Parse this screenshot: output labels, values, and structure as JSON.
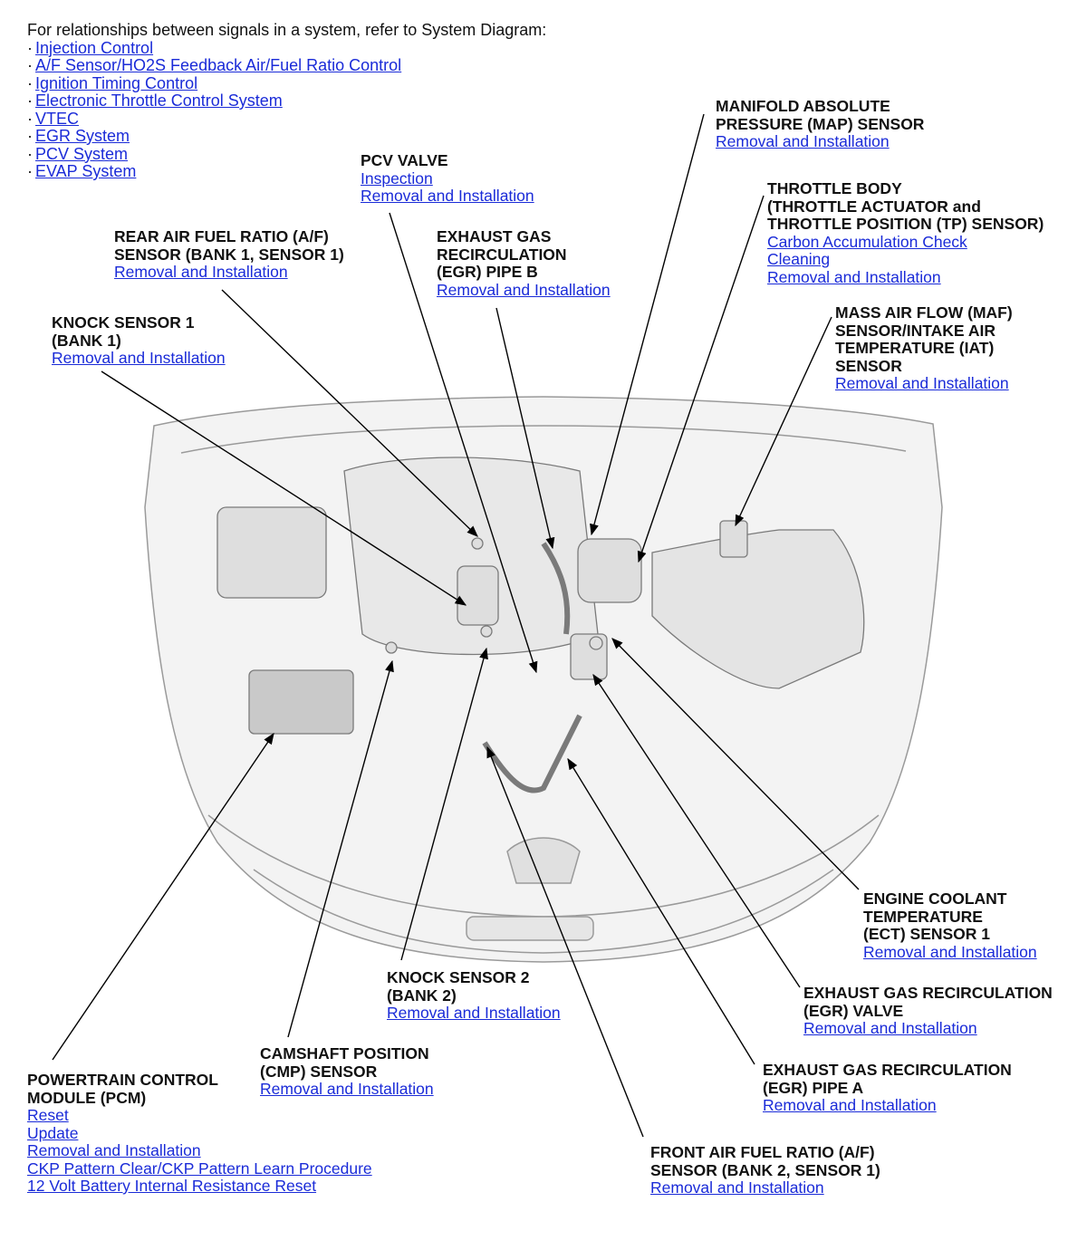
{
  "intro": {
    "lead": "For relationships between signals in a system, refer to System Diagram:",
    "bullet": "·",
    "links": [
      "Injection Control",
      "A/F Sensor/HO2S Feedback Air/Fuel Ratio Control",
      "Ignition Timing Control",
      "Electronic Throttle Control System",
      "VTEC",
      "EGR System",
      "PCV System",
      "EVAP System"
    ]
  },
  "callouts": {
    "map": {
      "title": [
        "MANIFOLD ABSOLUTE",
        "PRESSURE (MAP) SENSOR"
      ],
      "links": [
        "Removal and Installation"
      ]
    },
    "pcv": {
      "title": [
        "PCV VALVE"
      ],
      "links": [
        "Inspection",
        "Removal and Installation"
      ]
    },
    "throttle": {
      "title": [
        "THROTTLE BODY",
        "(THROTTLE ACTUATOR and",
        "THROTTLE POSITION (TP) SENSOR)"
      ],
      "links": [
        "Carbon Accumulation Check",
        "Cleaning",
        "Removal and Installation"
      ]
    },
    "rear_af": {
      "title": [
        "REAR AIR FUEL RATIO (A/F)",
        "SENSOR (BANK 1, SENSOR 1)"
      ],
      "links": [
        "Removal and Installation"
      ]
    },
    "egr_pipe_b": {
      "title": [
        "EXHAUST GAS",
        "RECIRCULATION",
        "(EGR) PIPE B"
      ],
      "links": [
        "Removal and Installation"
      ]
    },
    "maf": {
      "title": [
        "MASS AIR FLOW (MAF)",
        "SENSOR/INTAKE AIR",
        "TEMPERATURE (IAT)",
        "SENSOR"
      ],
      "links": [
        "Removal and Installation"
      ]
    },
    "knock1": {
      "title": [
        "KNOCK SENSOR 1",
        "(BANK 1)"
      ],
      "links": [
        "Removal and Installation"
      ]
    },
    "ect": {
      "title": [
        "ENGINE COOLANT",
        "TEMPERATURE",
        "(ECT) SENSOR 1"
      ],
      "links": [
        "Removal and Installation"
      ]
    },
    "knock2": {
      "title": [
        "KNOCK SENSOR 2",
        "(BANK 2)"
      ],
      "links": [
        "Removal and Installation"
      ]
    },
    "egr_valve": {
      "title": [
        "EXHAUST GAS RECIRCULATION",
        "(EGR) VALVE"
      ],
      "links": [
        "Removal and Installation"
      ]
    },
    "cmp": {
      "title": [
        "CAMSHAFT POSITION",
        "(CMP) SENSOR"
      ],
      "links": [
        "Removal and Installation"
      ]
    },
    "egr_pipe_a": {
      "title": [
        "EXHAUST GAS RECIRCULATION",
        "(EGR) PIPE A"
      ],
      "links": [
        "Removal and Installation"
      ]
    },
    "pcm": {
      "title": [
        "POWERTRAIN CONTROL",
        "MODULE (PCM)"
      ],
      "links": [
        "Reset",
        "Update",
        "Removal and Installation",
        "CKP Pattern Clear/CKP Pattern Learn Procedure",
        "12 Volt Battery Internal Resistance Reset"
      ]
    },
    "front_af": {
      "title": [
        "FRONT AIR FUEL RATIO (A/F)",
        "SENSOR (BANK 2, SENSOR 1)"
      ],
      "links": [
        "Removal and Installation"
      ]
    }
  },
  "colors": {
    "link": "#1a2bd8",
    "text": "#111111",
    "leader": "#000000",
    "artwork": "#8a8a8a"
  }
}
